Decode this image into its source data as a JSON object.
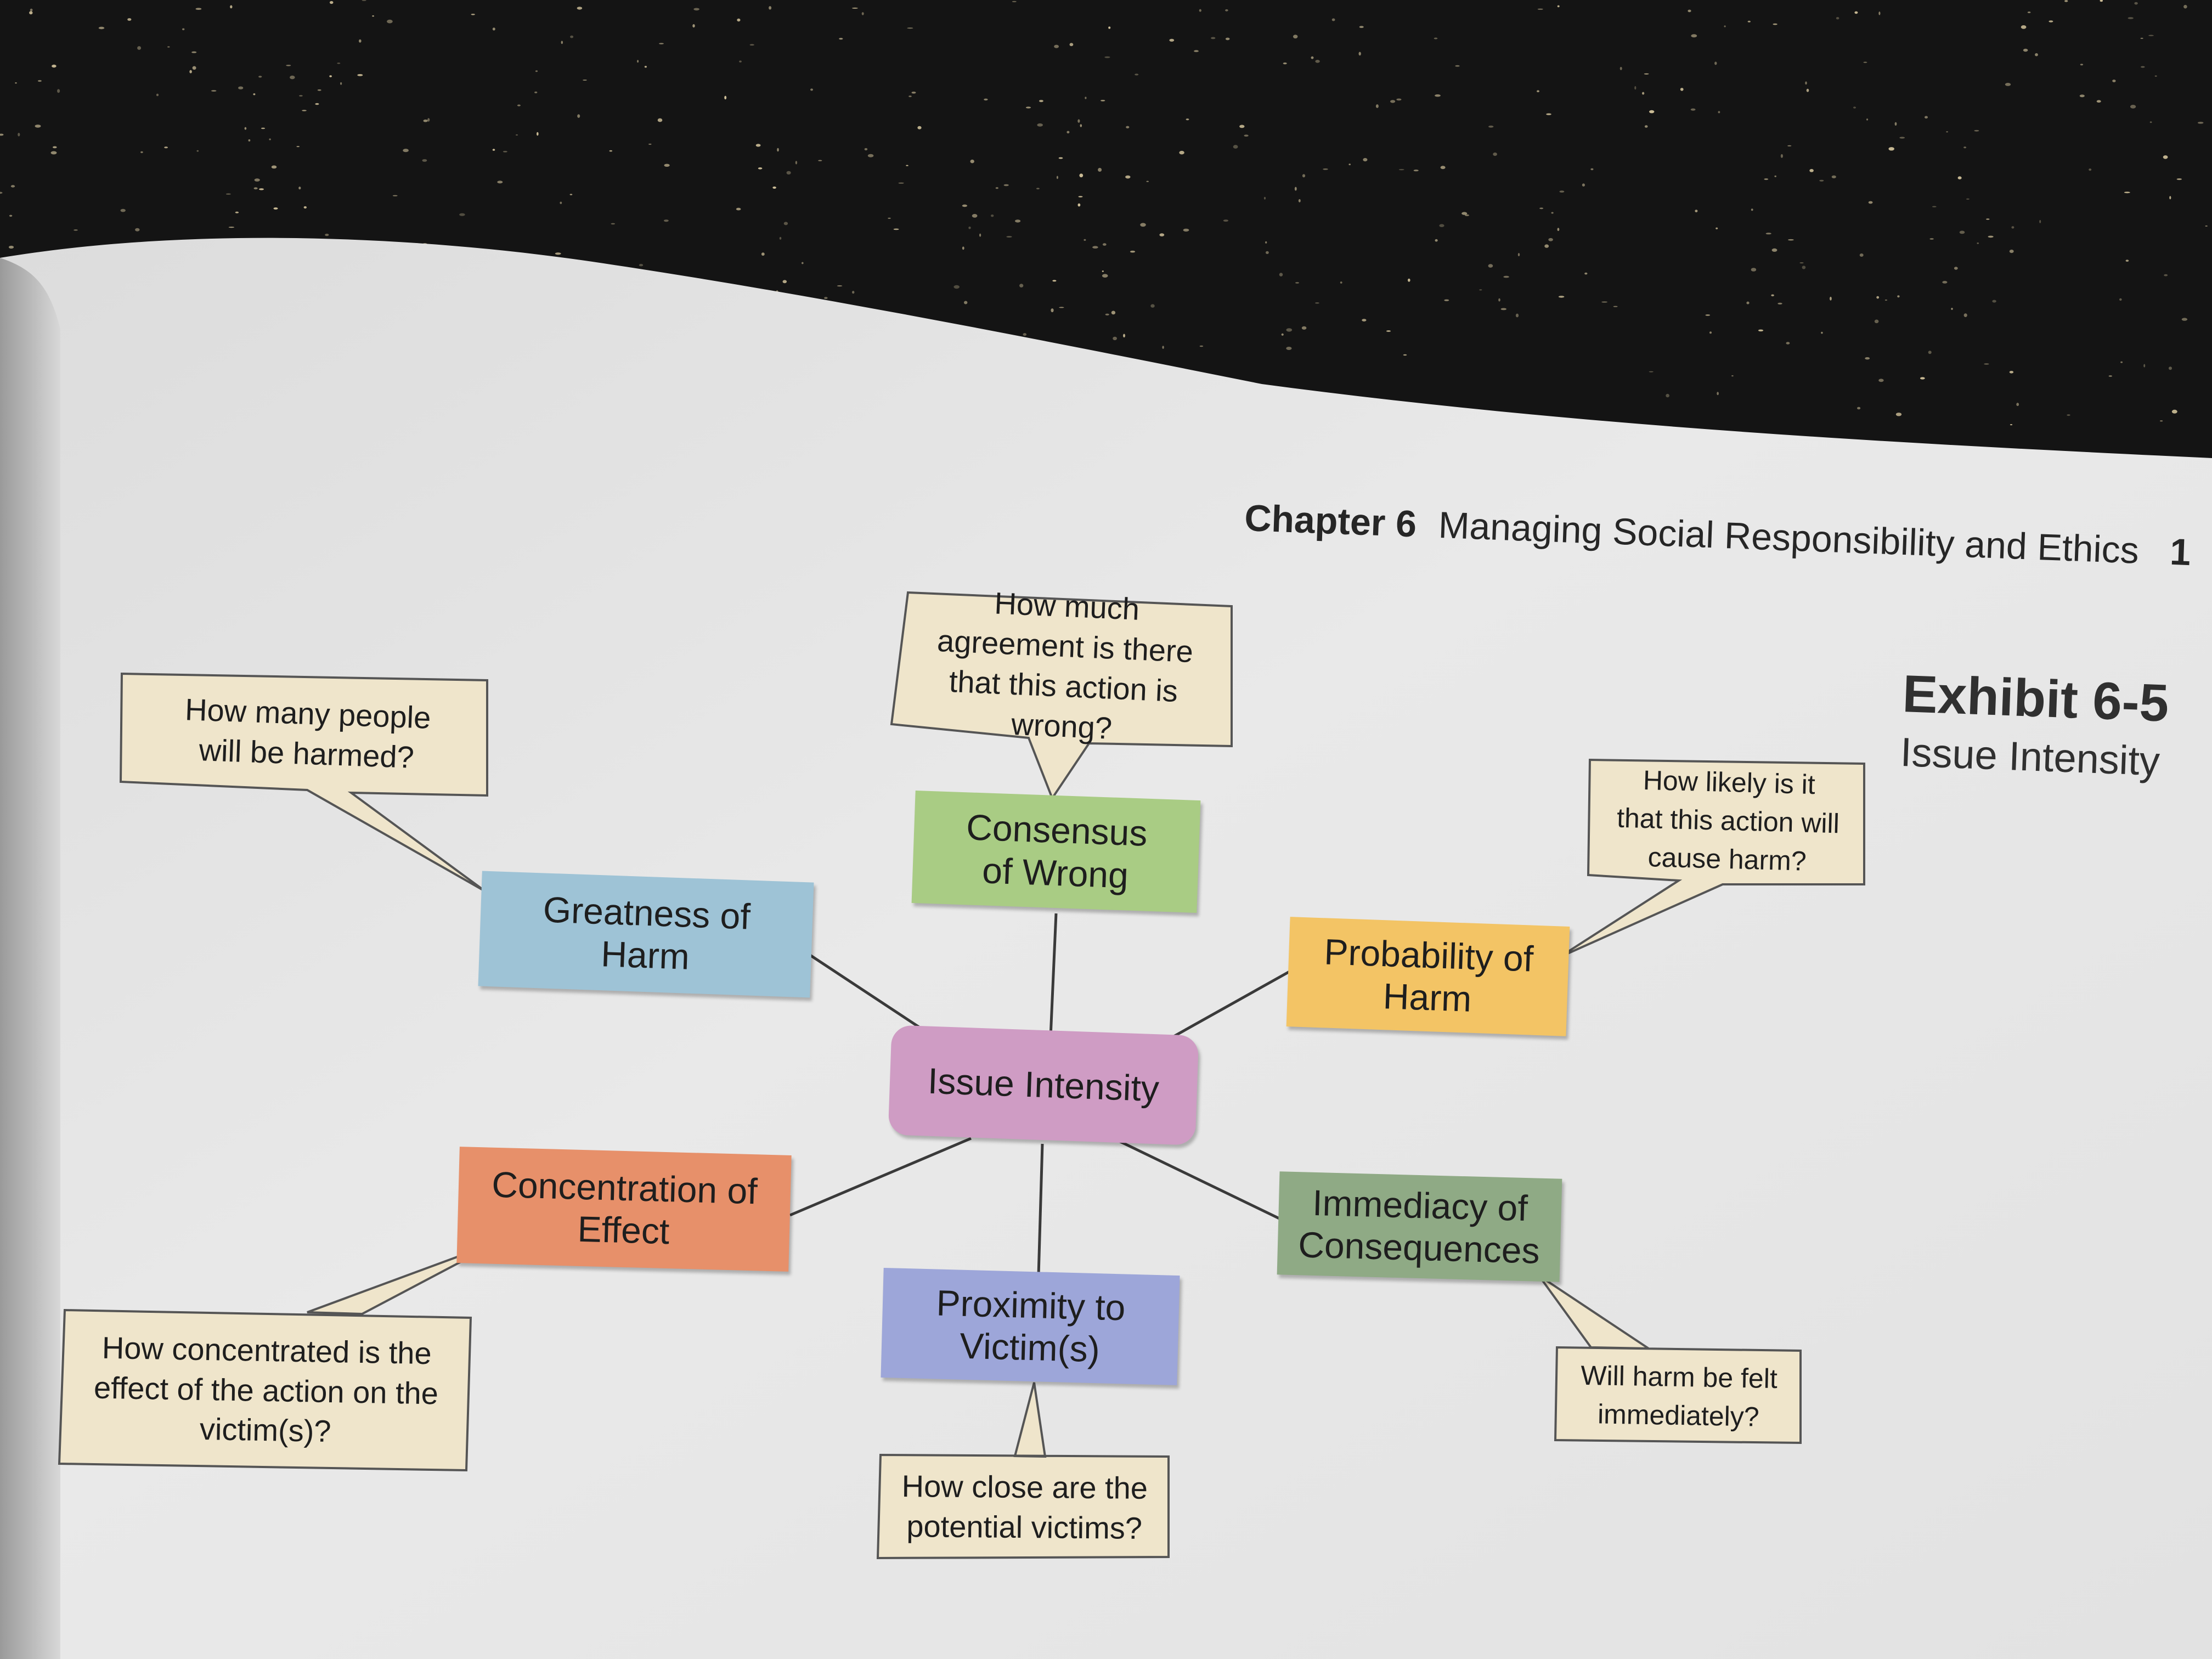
{
  "header": {
    "chapter": "Chapter 6",
    "title": "Managing Social Responsibility and Ethics",
    "page_number": "1"
  },
  "exhibit": {
    "label": "Exhibit 6-5",
    "subtitle": "Issue Intensity"
  },
  "diagram": {
    "center": {
      "label": "Issue Intensity",
      "color": "#cf9cc4"
    },
    "factors": {
      "consensus": {
        "label": "Consensus of Wrong",
        "color": "#a9cc84",
        "question": "How much agreement is there that this action is wrong?"
      },
      "greatness": {
        "label": "Greatness of Harm",
        "color": "#9ec3d6",
        "question": "How many people will be harmed?"
      },
      "probability": {
        "label": "Probability of Harm",
        "color": "#f3c465",
        "question": "How likely is it that this action will cause harm?"
      },
      "concentration": {
        "label": "Concentration of Effect",
        "color": "#e7906a",
        "question": "How concentrated is the effect of the action on the victim(s)?"
      },
      "immediacy": {
        "label": "Immediacy of Consequences",
        "color": "#8faa85",
        "question": "Will harm be felt immediately?"
      },
      "proximity": {
        "label": "Proximity to Victim(s)",
        "color": "#9da6d9",
        "question": "How close are the potential victims?"
      }
    },
    "callout_color": "#efe5cb"
  }
}
